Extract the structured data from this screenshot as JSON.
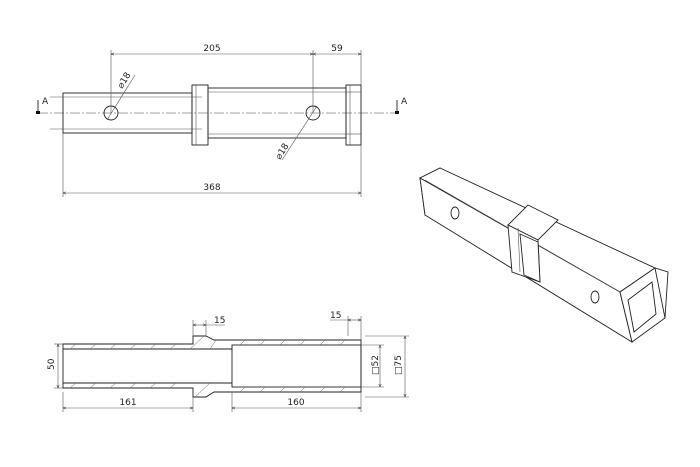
{
  "top_view": {
    "section_marker_left": "A",
    "section_marker_right": "A",
    "dim_hole_spacing": "205",
    "dim_hole_to_end": "59",
    "dim_overall_length": "368",
    "dim_hole_diameter_left": "⌀18",
    "dim_hole_diameter_right": "⌀18"
  },
  "section_view": {
    "dim_collar_left_width": "15",
    "dim_collar_right_width": "15",
    "dim_inner_height": "50",
    "dim_left_length": "161",
    "dim_right_length": "160",
    "dim_inner_square": "□52",
    "dim_outer_square": "□75"
  }
}
